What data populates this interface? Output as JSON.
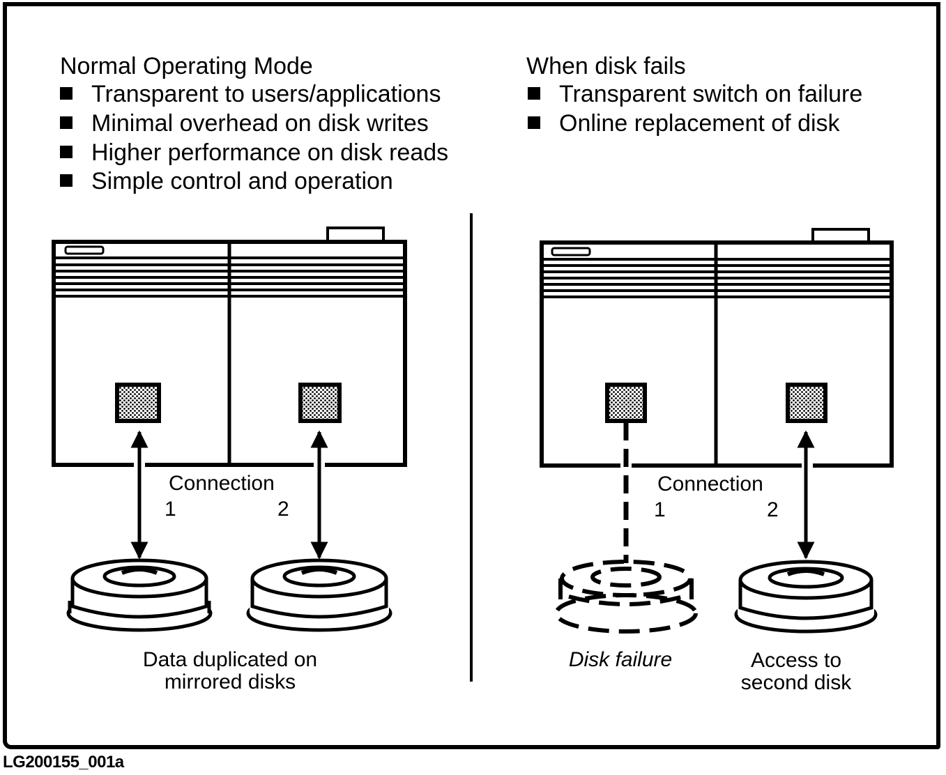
{
  "left_panel": {
    "heading": "Normal Operating Mode",
    "bullets": [
      "Transparent to users/applications",
      "Minimal overhead on disk writes",
      "Higher performance on disk reads",
      "Simple control and operation"
    ],
    "connection_label": "Connection",
    "connection_1": "1",
    "connection_2": "2",
    "caption_line1": "Data duplicated on",
    "caption_line2": "mirrored disks",
    "connection_1_state": "active",
    "connection_2_state": "active"
  },
  "right_panel": {
    "heading": "When disk fails",
    "bullets": [
      "Transparent switch on failure",
      "Online replacement of disk"
    ],
    "connection_label": "Connection",
    "connection_1": "1",
    "connection_2": "2",
    "disk1_caption": "Disk failure",
    "disk2_caption_line1": "Access to",
    "disk2_caption_line2": "second disk",
    "connection_1_state": "failed",
    "connection_2_state": "active"
  },
  "figure_id": "LG200155_001a",
  "icons": {
    "bullet": "square-bullet-icon",
    "server": "server-cabinet-icon",
    "disk": "disk-drive-icon",
    "port": "connection-port-icon"
  }
}
